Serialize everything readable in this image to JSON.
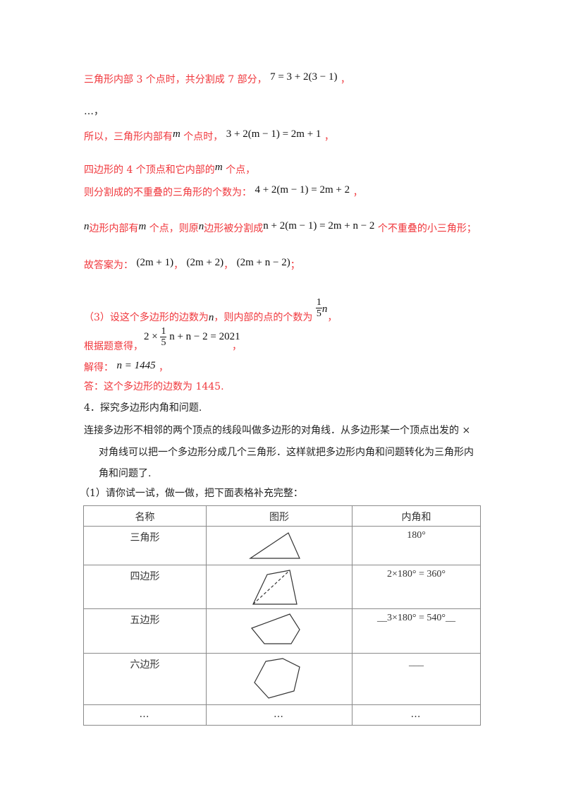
{
  "lines": {
    "l1_text": "三角形内部 3 个点时，共分割成 7 部分，",
    "l1_math": "7 = 3 + 2(3 − 1)",
    "l1_end": "，",
    "l2_text": "…，",
    "l3_text": "所以，三角形内部有",
    "l3_var": "m",
    "l3_text2": " 个点时，",
    "l3_math": "3 + 2(m − 1) = 2m + 1",
    "l3_end": "，",
    "l4_text": "四边形的 4 个顶点和它内部的",
    "l4_var": "m",
    "l4_text2": " 个点，",
    "l5_text": "则分割成的不重叠的三角形的个数为：",
    "l5_math": "4 + 2(m − 1) = 2m + 2",
    "l5_end": "，",
    "l6_var": "n",
    "l6_text": "边形内部有",
    "l6_var2": "m",
    "l6_text2": " 个点，则原",
    "l6_var3": "n",
    "l6_text3": "边形被分割成",
    "l6_math": "n + 2(m − 1) = 2m + n − 2",
    "l6_text4": " 个不重叠的小三角形；",
    "l7_text": "故答案为：",
    "l7_a1": "(2m + 1)",
    "l7_a2": "(2m + 2)",
    "l7_a3": "(2m + n − 2)",
    "l7_sep": "，",
    "l7_end": "；",
    "l8_text": "（3）设这个多边形的边数为",
    "l8_var": "n",
    "l8_text2": "，则内部的点的个数为",
    "l8_frac_num": "1",
    "l8_frac_den": "5",
    "l8_frac_var": "n",
    "l8_end": "，",
    "l9_text": "根据题意得，",
    "l9_math_pre": "2 ×",
    "l9_frac_num": "1",
    "l9_frac_den": "5",
    "l9_math_post": "n + n − 2 = 2021",
    "l9_end": "，",
    "l10_text": "解得：",
    "l10_math": "n = 1445",
    "l10_end": "，",
    "l11_text": "答：这个多边形的边数为 1445."
  },
  "question": {
    "title": "4．探究多边形内角和问题.",
    "para1": "连接多边形不相邻的两个顶点的线段叫做多边形的对角线．从多边形某一个顶点出发的 ×",
    "para2": "对角线可以把一个多边形分成几个三角形．这样就把多边形内角和问题转化为三角形内",
    "para3": "角和问题了.",
    "sub1": "（1）请你试一试，做一做，把下面表格补充完整："
  },
  "table": {
    "headers": [
      "名称",
      "图形",
      "内角和"
    ],
    "rows": [
      {
        "name": "三角形",
        "shape": "triangle",
        "sum": "180°"
      },
      {
        "name": "四边形",
        "shape": "quadrilateral",
        "sum": "2×180° = 360°"
      },
      {
        "name": "五边形",
        "shape": "pentagon",
        "sum": "__3×180° = 540°__"
      },
      {
        "name": "六边形",
        "shape": "hexagon",
        "sum": "___"
      },
      {
        "name": "…",
        "shape": "…",
        "sum": "…"
      }
    ]
  },
  "colors": {
    "answer_red": "#f0373c",
    "text": "#222222",
    "grid": "#8a8a8a"
  }
}
